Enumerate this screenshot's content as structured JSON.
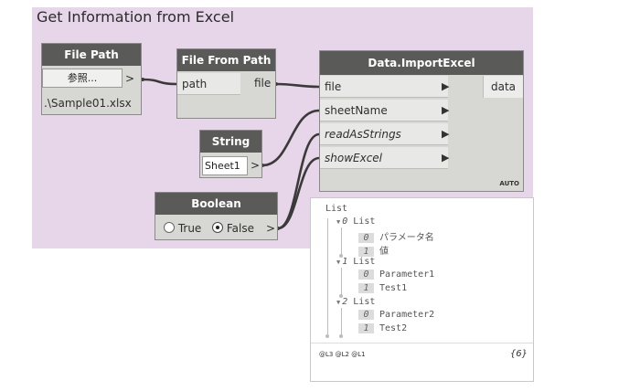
{
  "group": {
    "title": "Get Information from Excel",
    "color": "#e7d6ea"
  },
  "nodes": {
    "file_path": {
      "title": "File Path",
      "browse_label": "参照...",
      "output_port": ">",
      "value": ".\\Sample01.xlsx"
    },
    "file_from_path": {
      "title": "File From Path",
      "input_port": "path",
      "output_port": "file"
    },
    "string": {
      "title": "String",
      "value": "Sheet1",
      "output_port": ">"
    },
    "boolean": {
      "title": "Boolean",
      "option_true": "True",
      "option_false": "False",
      "selected": "False",
      "output_port": ">"
    },
    "import_excel": {
      "title": "Data.ImportExcel",
      "inputs": [
        "file",
        "sheetName",
        "readAsStrings",
        "showExcel"
      ],
      "output": "data",
      "lacing": "AUTO"
    }
  },
  "preview": {
    "root": "List",
    "groups": [
      {
        "index": "0",
        "label": "List",
        "items": [
          {
            "index": "0",
            "value": "パラメータ名"
          },
          {
            "index": "1",
            "value": "値"
          }
        ]
      },
      {
        "index": "1",
        "label": "List",
        "items": [
          {
            "index": "0",
            "value": "Parameter1"
          },
          {
            "index": "1",
            "value": "Test1"
          }
        ]
      },
      {
        "index": "2",
        "label": "List",
        "items": [
          {
            "index": "0",
            "value": "Parameter2"
          },
          {
            "index": "1",
            "value": "Test2"
          }
        ]
      }
    ],
    "levels": [
      "@L3",
      "@L2",
      "@L1"
    ],
    "count": "{6}"
  },
  "colors": {
    "node_header": "#5a5a58",
    "node_body": "#d7d7d3",
    "wire": "#3a3a38"
  }
}
